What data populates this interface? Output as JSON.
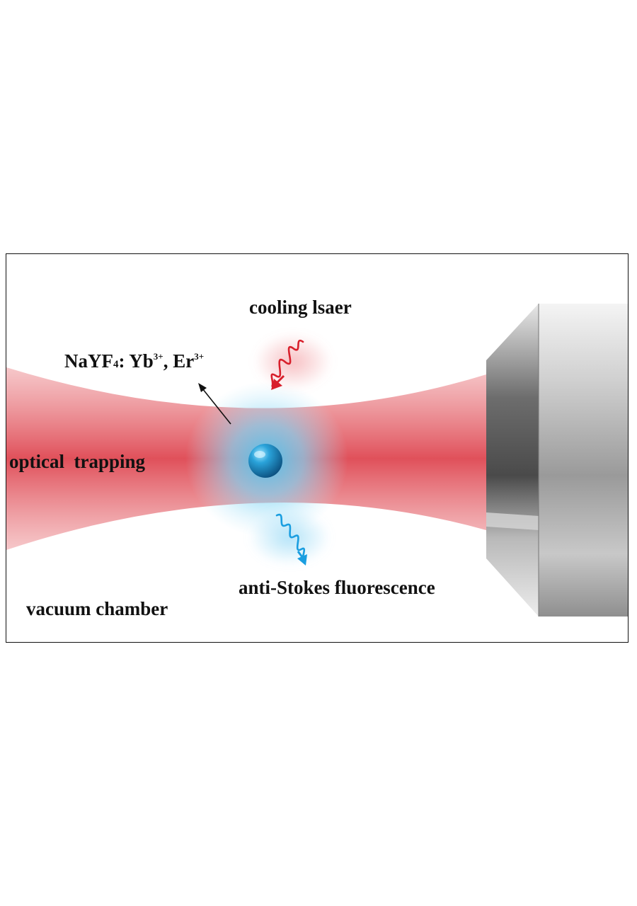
{
  "labels": {
    "cooling_laser": "cooling lsaer",
    "optical_trapping": "optical  trapping",
    "anti_stokes": "anti-Stokes fluorescence",
    "vacuum_chamber": "vacuum chamber"
  },
  "formula": {
    "host_prefix": "NaYF",
    "host_sub": "4",
    "dopant1_prefix": ": Yb",
    "dopant1_sup": "3+",
    "separator": ", Er",
    "dopant2_sup": "3+"
  },
  "colors": {
    "beam": "#e0505a",
    "cooling_wave": "#d8202c",
    "fluorescence_wave": "#1a9ee0",
    "particle": "#1d8fc9",
    "glow": "#4cc6f2",
    "lens_metal": "#9a9a9a",
    "frame": "#111111"
  },
  "icons": {
    "cooling_wave": "red-wave-packet-arrow-icon",
    "fluorescence_wave": "blue-wave-packet-arrow-icon",
    "pointer": "thin-arrow-icon",
    "particle": "sphere-icon",
    "lens": "objective-lens-icon"
  }
}
